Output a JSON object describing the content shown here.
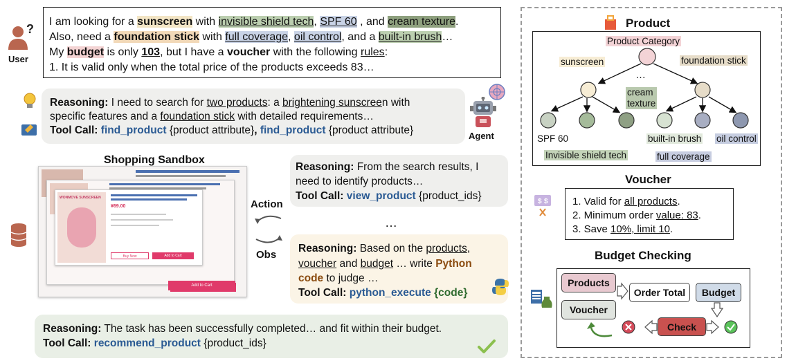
{
  "user": {
    "label": "User",
    "query_line1": {
      "t1": "I am looking for a ",
      "sunscreen": "sunscreen",
      "t2": " with ",
      "shield": "invisible shield tech",
      "t3": ", ",
      "spf": "SPF 60",
      "t4": " , and ",
      "cream": "cream texture",
      "t5": "."
    },
    "query_line2": {
      "t1": "Also, need a ",
      "foundation": "foundation stick",
      "t2": " with ",
      "coverage": "full coverage",
      "t3": ", ",
      "oil": "oil control",
      "t4": ", and a ",
      "brush": "built-in brush",
      "t5": "…"
    },
    "query_line3": {
      "t1": "My ",
      "budget": "budget",
      "t2": " is only ",
      "amount": "103",
      "t3": ", but I have a ",
      "voucher": "voucher",
      "t4": " with the following ",
      "rules": "rules",
      "t5": ":"
    },
    "query_line4": "1. It is valid only when the total price of the products exceeds 83…"
  },
  "agent": {
    "label": "Agent"
  },
  "step1": {
    "reasoning_label": "Reasoning:",
    "r1": " I need to search for ",
    "u1": "two products",
    "r2": ": a ",
    "u2": "brightening sunscree",
    "r3": "n with",
    "line2a": "specific features and a ",
    "u3": "foundation stick",
    "line2b": " with detailed requirements…",
    "toolcall_label": "Tool Call:",
    "tool1": "find_product",
    "arg1": "{product attribute}",
    "comma": ",",
    "tool2": "find_product",
    "arg2": "{product attribute}"
  },
  "sandbox": {
    "title": "Shopping Sandbox",
    "action_label": "Action",
    "obs_label": "Obs",
    "screen_title": "WONMOVE SUNSCREEN",
    "price": "¥69.00",
    "cart_button": "Add to Cart",
    "buy_button": "Buy Now"
  },
  "step2": {
    "reasoning_label": "Reasoning:",
    "r1": " From the search results, I",
    "r2": "need to identify products…",
    "toolcall_label": "Tool Call:",
    "tool": "view_product",
    "arg": "{product_ids}"
  },
  "ellipsis": "…",
  "step3": {
    "reasoning_label": "Reasoning:",
    "r1": " Based on the ",
    "u1": "products",
    "r2": ",",
    "u2": "voucher",
    "r3": " and ",
    "u3": "budget",
    "r4": " … write ",
    "py": "Python",
    "code": "code",
    "r5": " to judge …",
    "toolcall_label": "Tool Call:",
    "tool": "python_execute",
    "arg_open": "{",
    "arg_code": "code",
    "arg_close": "}"
  },
  "step4": {
    "reasoning_label": "Reasoning:",
    "r1": " The task has been successfully completed… and fit within their budget.",
    "toolcall_label": "Tool Call:",
    "tool": "recommend_product",
    "arg": "{product_ids}"
  },
  "product": {
    "title": "Product",
    "category": "Product Category",
    "sunscreen": "sunscreen",
    "foundation": "foundation stick",
    "dots": "…",
    "cream": "cream\ntexture",
    "spf": "SPF 60",
    "shield": "Invisible shield tech",
    "brush": "built-in brush",
    "coverage": "full coverage",
    "oil": "oil control"
  },
  "voucher": {
    "title": "Voucher",
    "l1a": "1. Valid for ",
    "l1b": "all products",
    "l1c": ".",
    "l2a": "2. Minimum order ",
    "l2b": "value: 83",
    "l2c": ".",
    "l3a": "3. Save ",
    "l3b": "10%, limit 10",
    "l3c": "."
  },
  "budget": {
    "title": "Budget Checking",
    "products": "Products",
    "order_total": "Order Total",
    "budget": "Budget",
    "voucher": "Voucher",
    "check": "Check"
  },
  "colors": {
    "tool_blue": "#2a5a93",
    "python_brown": "#8a4b0f",
    "code_green": "#2f6b2f",
    "check_red": "#c9514f"
  }
}
